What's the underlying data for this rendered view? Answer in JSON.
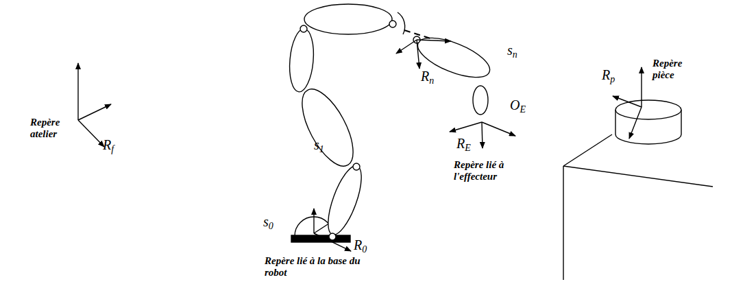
{
  "diagram": {
    "labels": [
      "Repère atelier",
      "Rf",
      "s0",
      "s1",
      "R0",
      "Repère lié à la base du robot",
      "Rn",
      "sn",
      "OE",
      "RE",
      "Repère lié à l'effecteur",
      "Rp",
      "Repère pièce"
    ]
  }
}
